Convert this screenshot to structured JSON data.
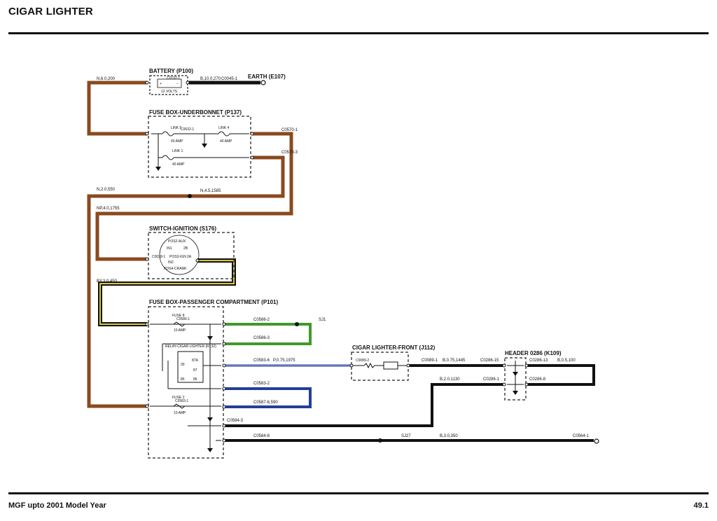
{
  "header": {
    "title": "CIGAR LIGHTER"
  },
  "footer": {
    "left": "MGF upto 2001 Model Year",
    "right": "49.1"
  },
  "colors": {
    "brown": "#8a4a1e",
    "black": "#111111",
    "green": "#3f9a2a",
    "blue": "#233f9a",
    "blue_light": "#7f95d0",
    "yellow": "#d8c83a",
    "dashed_box": "#444444"
  },
  "components": {
    "battery": {
      "title": "BATTERY (P100)",
      "connector": "C0192-1",
      "volts": "12 VOLTS"
    },
    "earth": {
      "title": "EARTH (E107)"
    },
    "fusebox_underbonnet": {
      "title": "FUSE BOX-UNDERBONNET (P137)",
      "connector": "C0632-1",
      "link5": "LINK 5",
      "link5_amp": "60 AMP",
      "link4": "LINK 4",
      "link4_amp": "40 AMP",
      "link1": "LINK 1",
      "link1_amp": "40 AMP"
    },
    "ignition_switch": {
      "title": "SWITCH-IGNITION (S176)",
      "connector": "C0028-1",
      "pos2": "POS2-AUX",
      "pos1": "IN1",
      "pos2b": "2B",
      "pos3": "POS3-IGN",
      "pos3b": "2A",
      "pos4": "POS4-CRANK",
      "in2": "IN2"
    },
    "fusebox_passenger": {
      "title": "FUSE BOX-PASSENGER COMPARTMENT (P101)",
      "fuse8": "FUSE 8",
      "fuse8_connector": "C0586-1",
      "fuse8_amp": "10 AMP",
      "fuse2": "FUSE 2",
      "fuse2_connector": "C0583-1",
      "fuse2_amp": "10 AMP",
      "relay_title": "RELAY-CIGAR LIGHTER (R132)",
      "relay_pins": [
        "30",
        "87A",
        "87",
        "85",
        "86"
      ]
    },
    "cigar_lighter": {
      "title": "CIGAR LIGHTER-FRONT (J112)",
      "connector": "C0089-2"
    },
    "header": {
      "title": "HEADER 0286 (K109)",
      "c15": "C0286-15",
      "c13": "C0286-13",
      "c1": "C0286-1",
      "c8": "C0286-8"
    }
  },
  "wires": {
    "n_6_0_200": "N,6.0,200",
    "b_10_0_270": "B,10.0,270",
    "c0045": "C0045-1",
    "n_2_0_550": "N,2.0,550",
    "n_4_5": "N,4.5,1585",
    "c0570_1": "C0570-1",
    "c0570_3": "C0570-3",
    "np_4_0": "NP,4.0,1755",
    "by_3_0": "BY,3.0,450",
    "c0586_top": "C0586-2",
    "sj1": "SJ1",
    "c0586_lower": "C0586-3",
    "relay_wire": "C0583-6",
    "wire_1975": "P,0.75,1975",
    "c0583_2": "C0583-2",
    "wire_590": "C0587-6,590",
    "c0584_3": "C0584-3",
    "c0584_bottom": "C0584-8",
    "sj27": "SJ27",
    "b_3_0_350": "B,3.0,350",
    "c0564_1": "C0564-1",
    "c0089_wire": "C0089-1",
    "b_0_75_1445": "B,0.75,1445",
    "b_2_0_1130": "B,2.0,1130",
    "b_0_5_100": "B,0.5,100"
  }
}
